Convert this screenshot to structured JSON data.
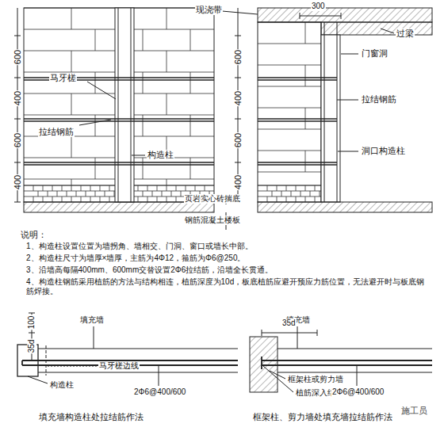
{
  "diagram": {
    "labels": [
      "600",
      "400",
      "600",
      "400",
      "马牙槎",
      "拉结钢筋",
      "构造柱",
      "现浇带",
      "300",
      "过梁",
      "门窗洞",
      "拉结钢筋",
      "洞口构造柱",
      "600",
      "400",
      "600",
      "400",
      "页岩实心砖揣底",
      "钢筋混凝土楼板",
      "说明：",
      "1、构造柱设置位置为墙拐角、墙相交、门洞、窗口或墙长中部。",
      "2、构造柱尺寸为墙厚×墙厚，主筋为4Φ12，箍筋为Φ6@250。",
      "3、沿墙高每隔400mm、600mm交替设置2Φ6拉结筋，沿墙全长贯通。",
      "4、构造柱钢筋采用植筋的方法与结构相连，植筋深度为10d，板底植筋应避开预应力筋位置，无法避开时与板底钢筋焊接。",
      "填充墙",
      "100",
      "35d",
      "构造柱",
      "马牙槎边线",
      "2Φ6@400/600",
      "填充墙构造柱处拉结筋作法",
      "填充墙",
      "35d",
      "框架柱或剪力墙",
      "植筋深入结构",
      "2Φ6@400/600",
      "框架柱、剪力墙处填充墙拉结筋作法",
      "施工员"
    ]
  }
}
